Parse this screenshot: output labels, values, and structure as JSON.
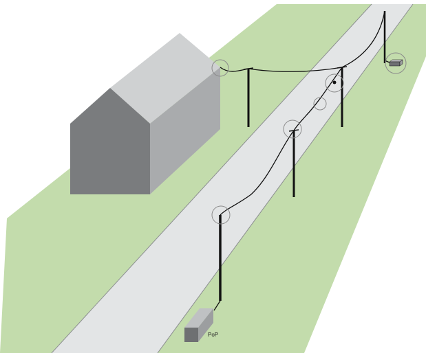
{
  "diagram": {
    "pop_label": "PoP",
    "colors": {
      "grass": "#c3dcac",
      "road": "#e3e5e6",
      "road_edge": "#8c8f90",
      "house_roof": "#cfd1d2",
      "house_front": "#7a7c7e",
      "house_side": "#a9abad",
      "pole": "#111111",
      "cable": "#111111",
      "marker": "#8a8a8a",
      "box_front": "#6e7072",
      "box_top": "#bfc1c3",
      "box_side": "#9c9ea0"
    },
    "components": [
      "house",
      "road",
      "utility-poles",
      "aerial-cable",
      "splice-points",
      "pop-cabinet",
      "customer-terminal"
    ]
  }
}
